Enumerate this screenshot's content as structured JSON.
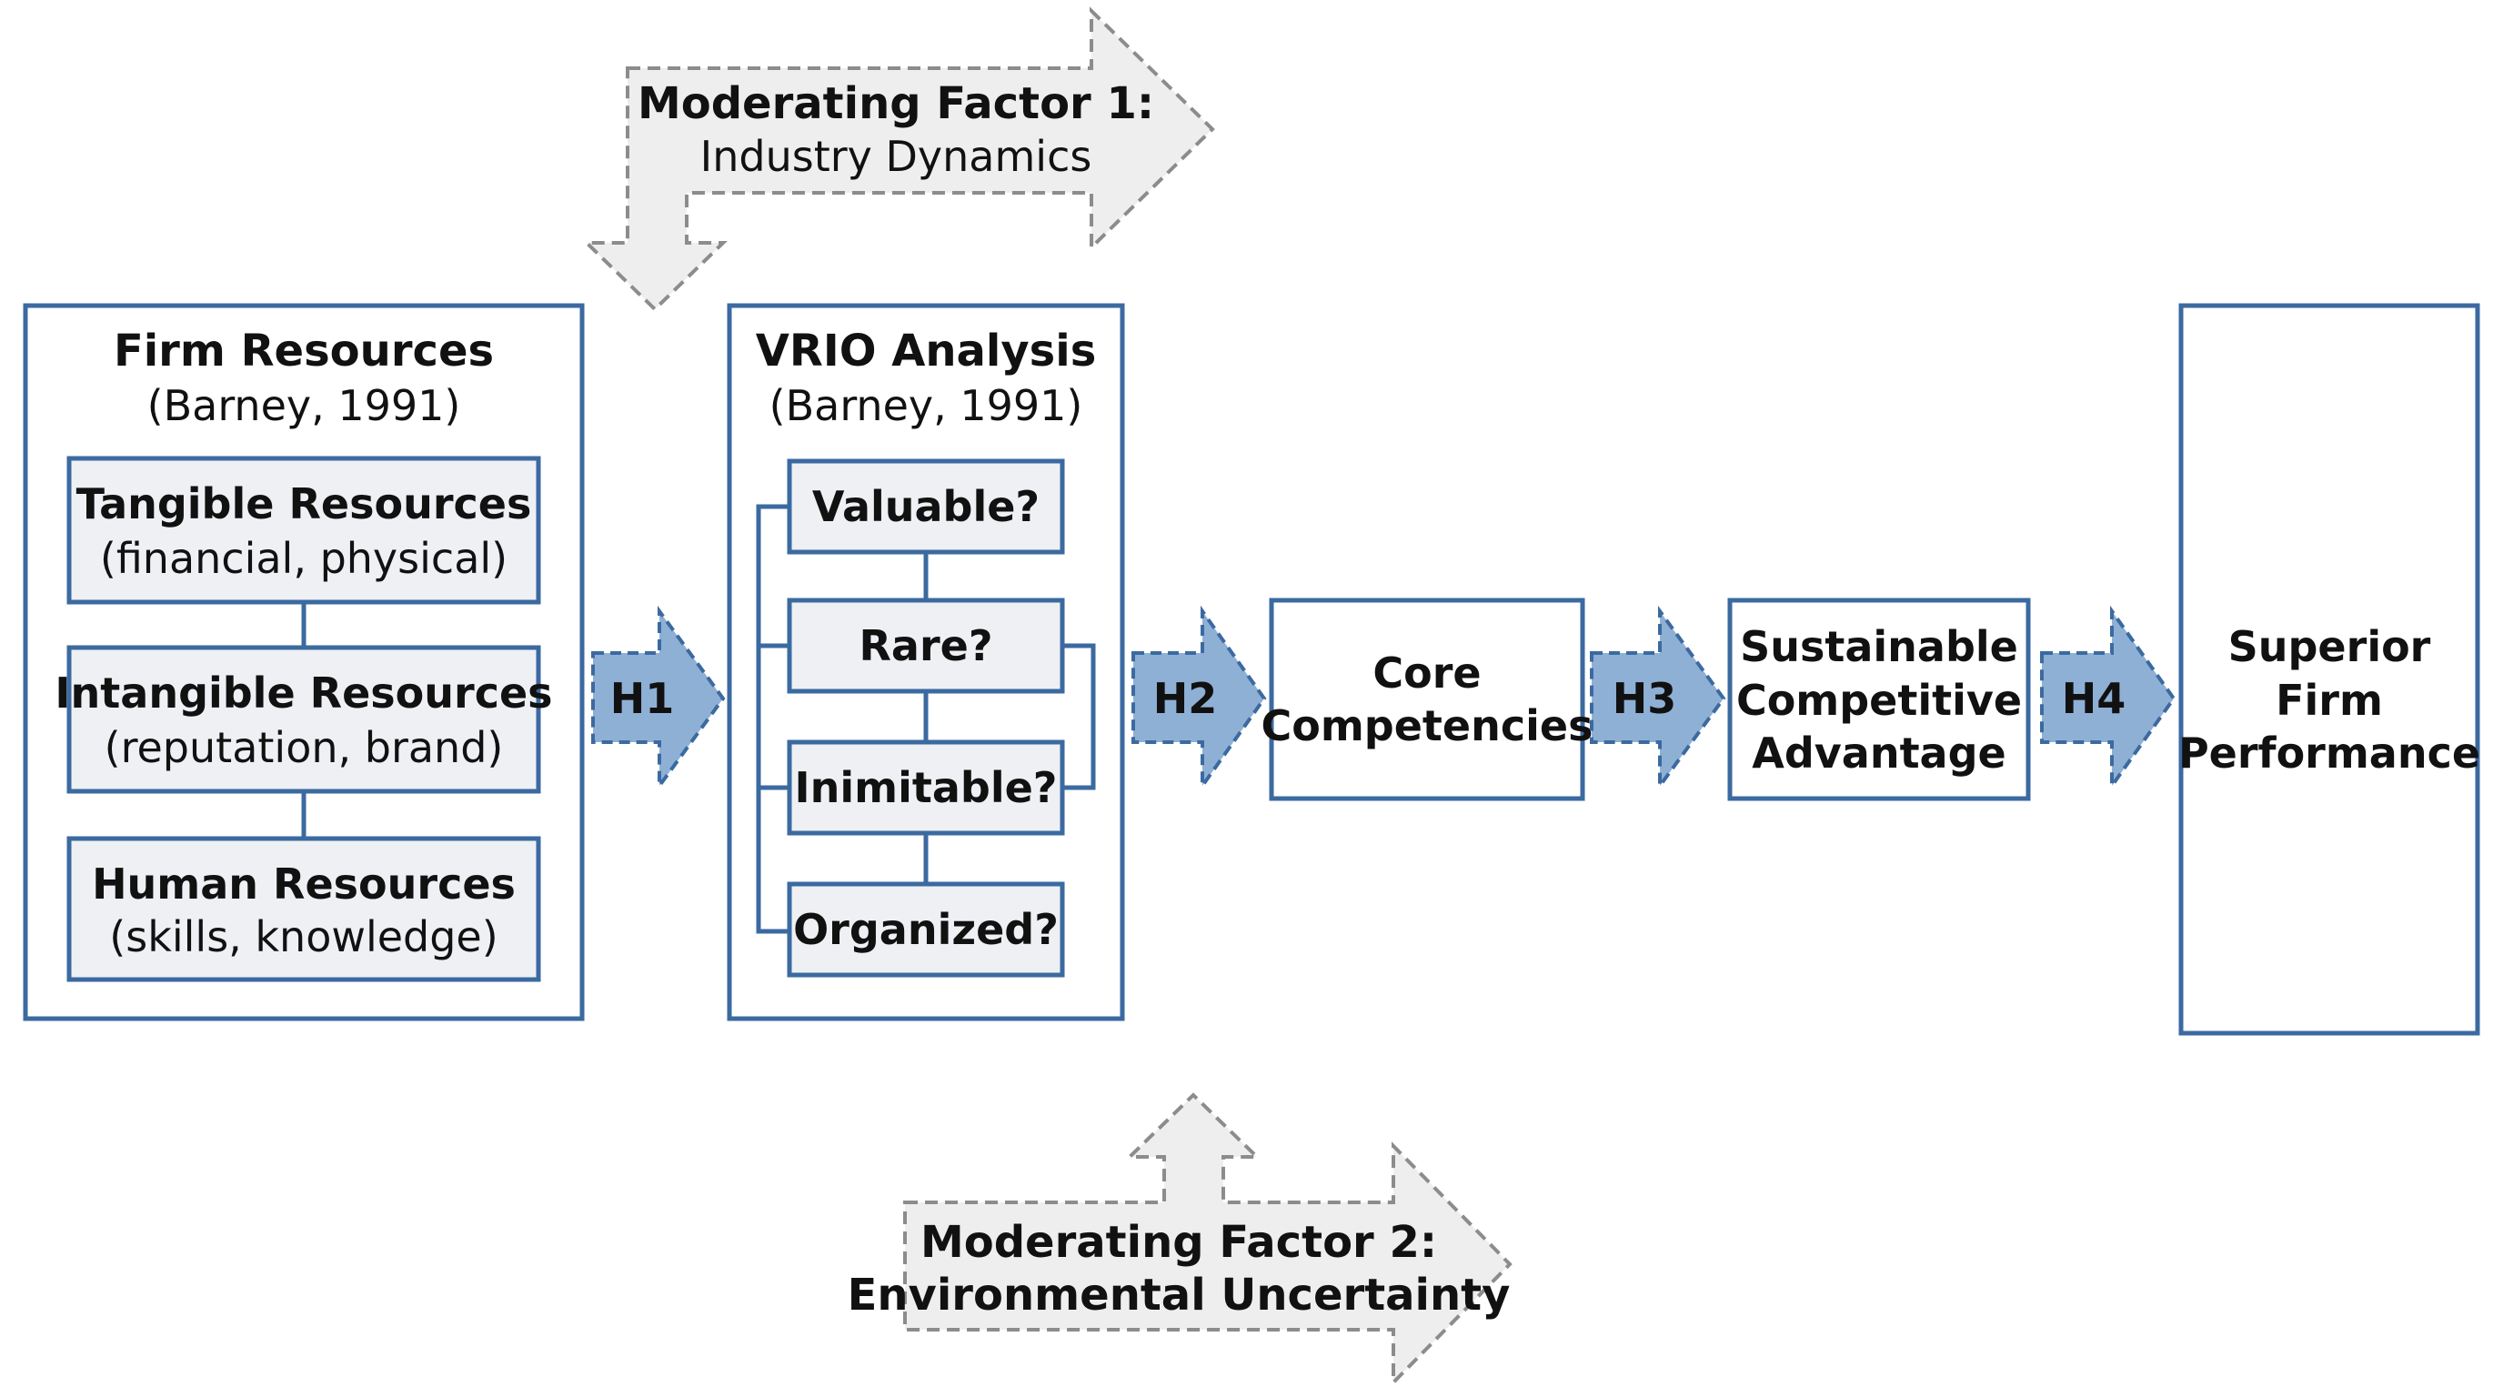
{
  "moderating_factor_1": {
    "title": "Moderating Factor 1:",
    "subtitle": "Industry Dynamics"
  },
  "moderating_factor_2": {
    "line1": "Moderating Factor 2:",
    "line2": "Environmental Uncertainty"
  },
  "firm_resources": {
    "title": "Firm Resources",
    "citation": "(Barney, 1991)",
    "items": [
      {
        "title": "Tangible Resources",
        "detail": "(financial, physical)"
      },
      {
        "title": "Intangible Resources",
        "detail": "(reputation, brand)"
      },
      {
        "title": "Human Resources",
        "detail": "(skills, knowledge)"
      }
    ]
  },
  "vrio": {
    "title": "VRIO Analysis",
    "citation": "(Barney, 1991)",
    "items": [
      "Valuable?",
      "Rare?",
      "Inimitable?",
      "Organized?"
    ]
  },
  "hypotheses": [
    "H1",
    "H2",
    "H3",
    "H4"
  ],
  "core_competencies": {
    "line1": "Core",
    "line2": "Competencies"
  },
  "sustainable_advantage": {
    "line1": "Sustainable",
    "line2": "Competitive",
    "line3": "Advantage"
  },
  "superior_performance": {
    "line1": "Superior",
    "line2": "Firm",
    "line3": "Performance"
  },
  "colors": {
    "box_border": "#3b6aa0",
    "inner_box_fill": "#eef0f4",
    "hypothesis_arrow_fill": "#8fb0d5",
    "moderator_arrow_fill": "#eeeeee",
    "moderator_arrow_border": "#8c8c8c"
  }
}
